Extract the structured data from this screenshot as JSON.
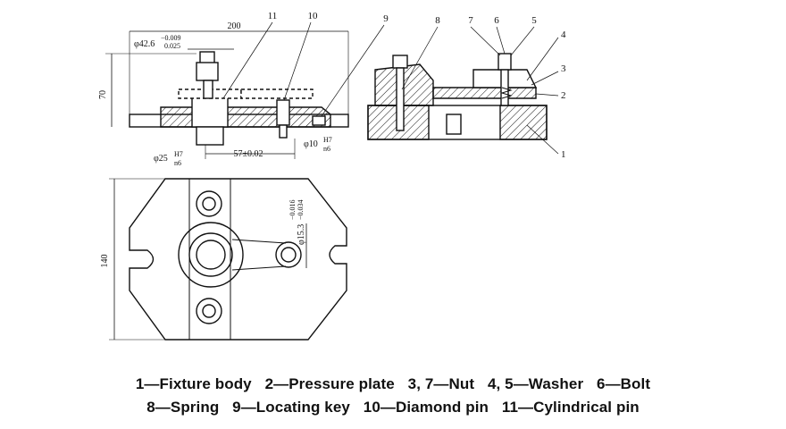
{
  "part_labels": [
    "1",
    "2",
    "3",
    "4",
    "5",
    "6",
    "7",
    "8",
    "9",
    "10",
    "11"
  ],
  "dimensions": {
    "overall_length": "200",
    "bore_dia": "φ42.6",
    "bore_tol_upper": "−0.009",
    "bore_tol_lower": "0.025",
    "height": "70",
    "pin_dia": "φ25",
    "pin_fit_num": "H7",
    "pin_fit_den": "n6",
    "pin_spacing": "57±0.02",
    "diamond_dia": "φ10",
    "diamond_fit_num": "H7",
    "diamond_fit_den": "n6",
    "width": "140",
    "hole_dia": "φ15.3",
    "hole_tol_upper": "−0.016",
    "hole_tol_lower": "−0.034"
  },
  "caption": {
    "line1": [
      "1—Fixture body",
      "2—Pressure plate",
      "3, 7—Nut",
      "4, 5—Washer",
      "6—Bolt"
    ],
    "line2": [
      "8—Spring",
      "9—Locating key",
      "10—Diamond pin",
      "11—Cylindrical pin"
    ]
  }
}
